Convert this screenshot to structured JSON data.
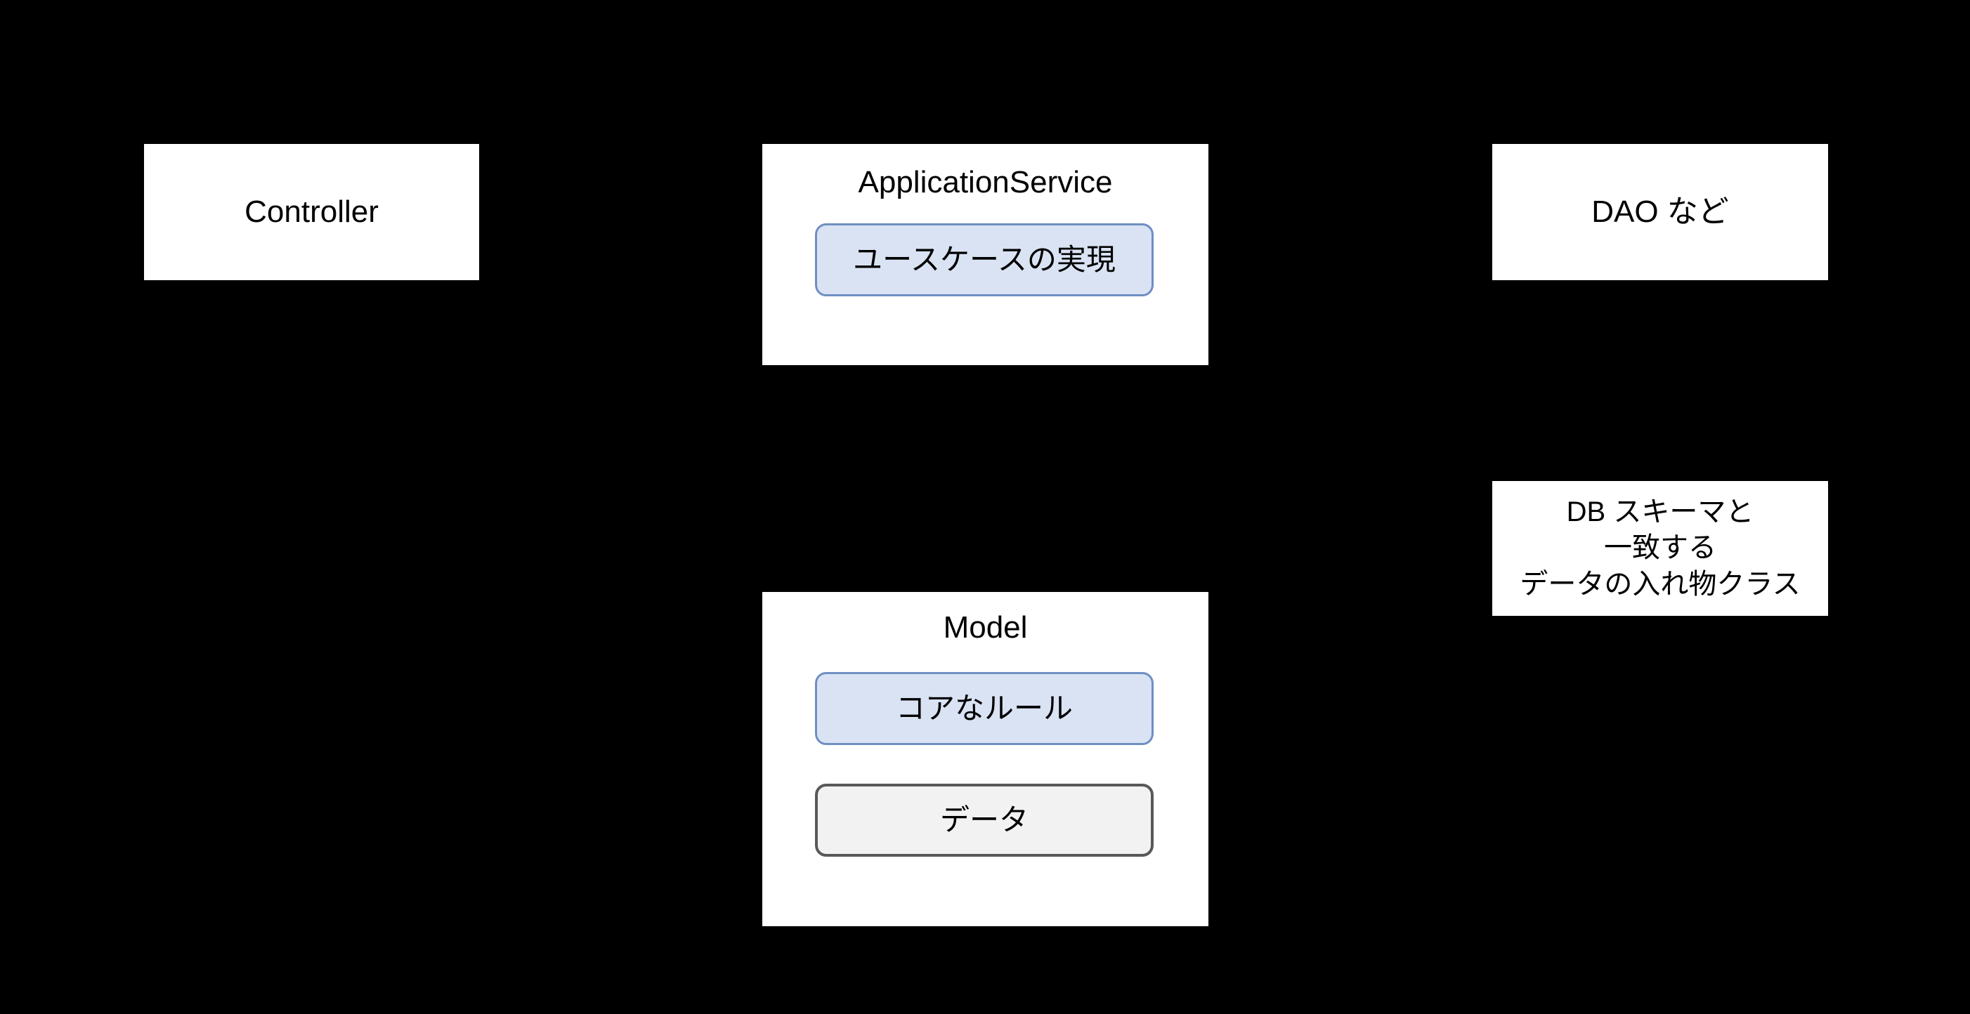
{
  "diagram": {
    "background_color": "#000000",
    "box_fill_color": "#ffffff",
    "chip_blue_fill": "#dae3f3",
    "chip_blue_border": "#6f8fc2",
    "chip_gray_fill": "#f2f2f2",
    "chip_gray_border": "#595959",
    "boxes": {
      "controller": {
        "title": "Controller"
      },
      "application_service": {
        "title": "ApplicationService",
        "chips": [
          {
            "label": "ユースケースの実現",
            "style": "blue"
          }
        ]
      },
      "dao": {
        "title": "DAO など"
      },
      "model": {
        "title": "Model",
        "chips": [
          {
            "label": "コアなルール",
            "style": "blue"
          },
          {
            "label": "データ",
            "style": "gray"
          }
        ]
      },
      "db_schema_note": {
        "lines": [
          "DB スキーマと",
          "一致する",
          "データの入れ物クラス"
        ]
      }
    }
  }
}
